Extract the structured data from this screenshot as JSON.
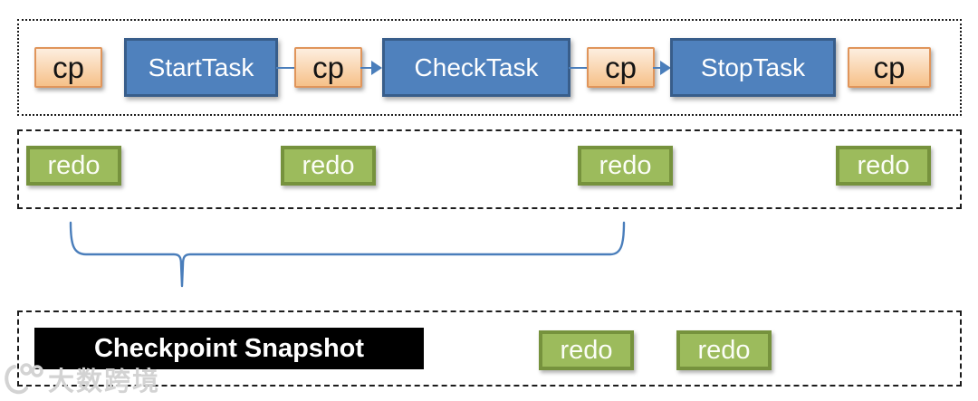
{
  "pipeline_row": {
    "cp_labels": [
      "cp",
      "cp",
      "cp",
      "cp"
    ],
    "tasks": [
      "StartTask",
      "CheckTask",
      "StopTask"
    ]
  },
  "redo_row": {
    "labels": [
      "redo",
      "redo",
      "redo",
      "redo"
    ]
  },
  "snapshot_row": {
    "snapshot_label": "Checkpoint Snapshot",
    "redo_labels": [
      "redo",
      "redo"
    ]
  },
  "watermark": {
    "text": "大数跨境"
  },
  "colors": {
    "task_fill": "#4F81BD",
    "task_border": "#385D8A",
    "cp_fill_top": "#FDEEDF",
    "cp_fill_bottom": "#F6C189",
    "cp_border": "#E0955B",
    "redo_fill": "#9CBB5C",
    "redo_border": "#76923D",
    "connector_blue": "#4A7EBB",
    "snapshot_fill": "#000000",
    "frame_border": "#1c1c1c",
    "watermark_gray": "#d3d3d3"
  }
}
